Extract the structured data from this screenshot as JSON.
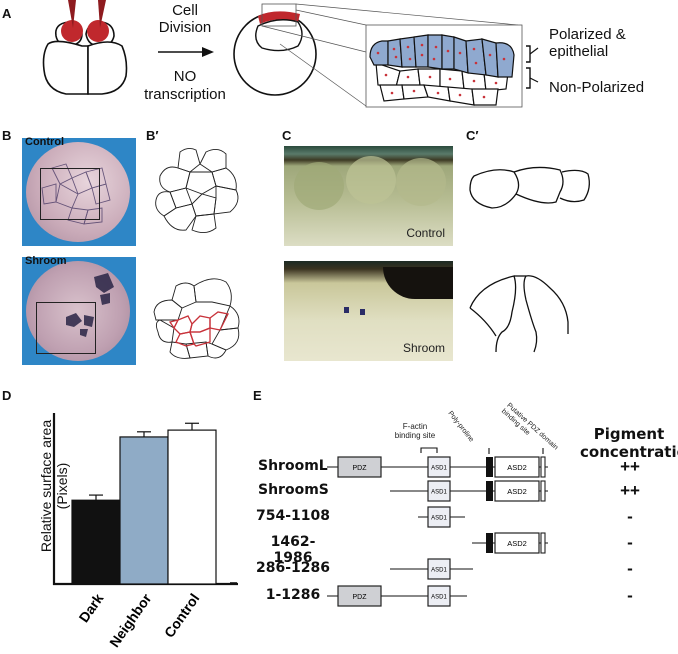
{
  "panels": {
    "A": {
      "label": "A",
      "arrow_top": "Cell Division",
      "arrow_top_lines": [
        "Cell",
        "Division"
      ],
      "arrow_bottom_lines": [
        "NO",
        "transcription"
      ],
      "bracket_top_lines": [
        "Polarized &",
        "epithelial"
      ],
      "bracket_bottom": "Non-Polarized",
      "colors": {
        "injection": "#c0282d",
        "polarized": "#8fa9cf",
        "dots": "#c8323a"
      }
    },
    "B": {
      "label": "B",
      "top_caption": "Control",
      "bottom_caption": "Shroom"
    },
    "B_prime": {
      "label": "B′",
      "highlight_color": "#c8323a"
    },
    "C": {
      "label": "C",
      "top_caption": "Control",
      "bottom_caption": "Shroom"
    },
    "C_prime": {
      "label": "C′"
    },
    "D": {
      "label": "D"
    },
    "E": {
      "label": "E",
      "annotations": {
        "factin": [
          "F-actin",
          "binding site"
        ],
        "polyproline": "Poly-proline",
        "pdz_binding": [
          "Putative PDZ domain",
          "binding site"
        ]
      },
      "header_lines": [
        "Pigment",
        "concentration"
      ],
      "rows": [
        {
          "name": "ShroomL",
          "pigment": "++"
        },
        {
          "name": "ShroomS",
          "pigment": "++"
        },
        {
          "name": "754-1108",
          "pigment": "-"
        },
        {
          "name": "1462-1986",
          "pigment": "-"
        },
        {
          "name": "286-1286",
          "pigment": "-"
        },
        {
          "name": "1-1286",
          "pigment": "-"
        }
      ],
      "domain_labels": {
        "pdz": "PDZ",
        "asd1": "ASD1",
        "asd2": "ASD2"
      }
    }
  },
  "chart_data": {
    "type": "bar",
    "title": "",
    "xlabel": "",
    "ylabel": "Relative surface area (Pixels)",
    "ylabel_lines": [
      "Relative surface area",
      "(Pixels)"
    ],
    "categories": [
      "Dark",
      "Neighbor",
      "Control"
    ],
    "values": [
      0.49,
      0.86,
      0.9
    ],
    "errors": [
      0.03,
      0.03,
      0.04
    ],
    "ylim": [
      0,
      1
    ],
    "colors": [
      "#111111",
      "#8fabc6",
      "#ffffff"
    ],
    "grid": false,
    "legend": "none",
    "note": "Relative values; y axis has no tick labels"
  }
}
